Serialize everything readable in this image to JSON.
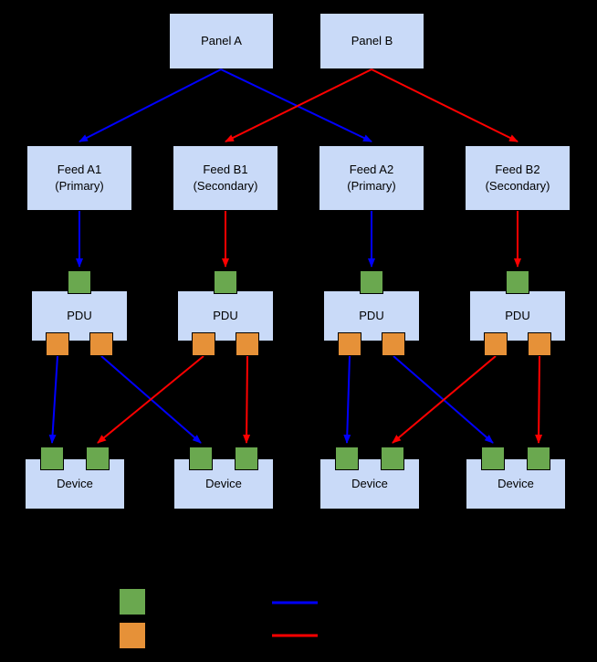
{
  "colors": {
    "bg": "#000000",
    "box": "#c9daf8",
    "box_border": "#000000",
    "text": "#000000",
    "green": "#6aa84f",
    "orange": "#e69138",
    "blue": "#0000ff",
    "red": "#ff0000"
  },
  "panels": [
    {
      "id": "panel-a",
      "label": "Panel A"
    },
    {
      "id": "panel-b",
      "label": "Panel B"
    }
  ],
  "feeds": [
    {
      "id": "feed-a1",
      "name": "Feed A1",
      "role": "(Primary)"
    },
    {
      "id": "feed-b1",
      "name": "Feed B1",
      "role": "(Secondary)"
    },
    {
      "id": "feed-a2",
      "name": "Feed A2",
      "role": "(Primary)"
    },
    {
      "id": "feed-b2",
      "name": "Feed B2",
      "role": "(Secondary)"
    }
  ],
  "pdus": [
    {
      "label": "PDU"
    },
    {
      "label": "PDU"
    },
    {
      "label": "PDU"
    },
    {
      "label": "PDU"
    }
  ],
  "devices": [
    {
      "label": "Device"
    },
    {
      "label": "Device"
    },
    {
      "label": "Device"
    },
    {
      "label": "Device"
    }
  ],
  "legend": {
    "swatches": [
      {
        "name": "input-port-swatch-green"
      },
      {
        "name": "output-port-swatch-orange"
      }
    ],
    "lines": [
      {
        "name": "primary-path-line",
        "color": "blue"
      },
      {
        "name": "secondary-path-line",
        "color": "red"
      }
    ]
  },
  "edges": [
    {
      "from": "panel-a",
      "to": "feed-a1",
      "color": "blue"
    },
    {
      "from": "panel-a",
      "to": "feed-a2",
      "color": "blue"
    },
    {
      "from": "panel-b",
      "to": "feed-b1",
      "color": "red"
    },
    {
      "from": "panel-b",
      "to": "feed-b2",
      "color": "red"
    },
    {
      "from": "feed-a1",
      "to": "pdu-1-in",
      "color": "blue"
    },
    {
      "from": "feed-b1",
      "to": "pdu-2-in",
      "color": "red"
    },
    {
      "from": "feed-a2",
      "to": "pdu-3-in",
      "color": "blue"
    },
    {
      "from": "feed-b2",
      "to": "pdu-4-in",
      "color": "red"
    },
    {
      "from": "pdu-1-out-l",
      "to": "device-1-in-l",
      "color": "blue"
    },
    {
      "from": "pdu-1-out-r",
      "to": "device-2-in-l",
      "color": "blue"
    },
    {
      "from": "pdu-2-out-l",
      "to": "device-1-in-r",
      "color": "red"
    },
    {
      "from": "pdu-2-out-r",
      "to": "device-2-in-r",
      "color": "red"
    },
    {
      "from": "pdu-3-out-l",
      "to": "device-3-in-l",
      "color": "blue"
    },
    {
      "from": "pdu-3-out-r",
      "to": "device-4-in-l",
      "color": "blue"
    },
    {
      "from": "pdu-4-out-l",
      "to": "device-3-in-r",
      "color": "red"
    },
    {
      "from": "pdu-4-out-r",
      "to": "device-4-in-r",
      "color": "red"
    }
  ]
}
